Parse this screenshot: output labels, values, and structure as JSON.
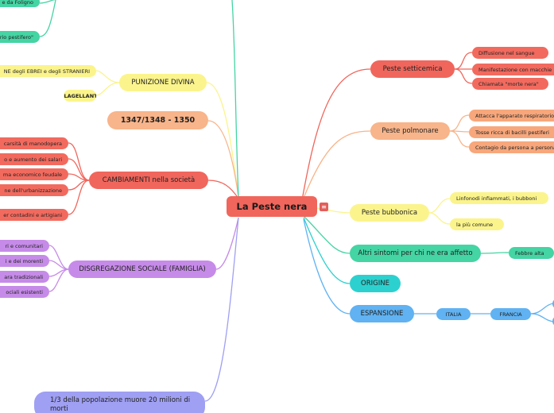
{
  "central": {
    "title": "La Peste nera",
    "menu_icon": "menu-lines-icon"
  },
  "colors": {
    "red": "#f0665c",
    "red_leaf": "#f26a5e",
    "orange": "#f8b48a",
    "orange_leaf": "#f7a77b",
    "yellow": "#fbf48c",
    "green": "#45d4a3",
    "teal": "#2cd1cf",
    "blue": "#60b2f2",
    "purple": "#c68be8",
    "lavender": "#9f9ff3"
  },
  "right": {
    "setticemica": {
      "label": "Peste setticemica",
      "items": [
        "Diffusione nel sangue",
        "Manifestazione con macchie",
        "Chiamata \"morte nera\""
      ]
    },
    "polmonare": {
      "label": "Peste polmonare",
      "items": [
        "Attacca l'apparato respiratorio",
        "Tosse ricca di bacilli pestiferi",
        "Contagio da persona a persona"
      ]
    },
    "bubbonica": {
      "label": "Peste bubbonica",
      "items": [
        "Linfonodi infiammati, i bubboni",
        "la più comune"
      ]
    },
    "sintomi": {
      "label": "Altri sintomi per chi ne era affetto",
      "items": [
        "Febbre alta"
      ]
    },
    "origine": {
      "label": "ORIGINE"
    },
    "espansione": {
      "label": "ESPANSIONE",
      "italia": "ITALIA",
      "francia": "FRANCIA"
    }
  },
  "left": {
    "top_items": [
      "e da Foligno",
      "rio pestifero\""
    ],
    "punizione": {
      "label": "PUNIZIONE DIVINA",
      "items": [
        "NE degli EBREI e degli STRANIERI",
        "FLAGELLANTI"
      ]
    },
    "date": {
      "label": "1347/1348 - 1350"
    },
    "cambiamenti": {
      "label": "CAMBIAMENTI nella società",
      "items": [
        "carsità di manodopera",
        "o e aumento dei salari",
        "ma economico feudale",
        "ne dell'urbanizzazione",
        "er contadini e artigiani"
      ]
    },
    "disgregazione": {
      "label": "DISGREGAZIONE SOCIALE (FAMIGLIA)",
      "items": [
        "ri e comunitari",
        "i e dei morenti",
        "ara tradizionali",
        "ociali esistenti"
      ]
    },
    "popolazione": {
      "label": "1/3 della popolazione muore 20 milioni di morti"
    }
  }
}
